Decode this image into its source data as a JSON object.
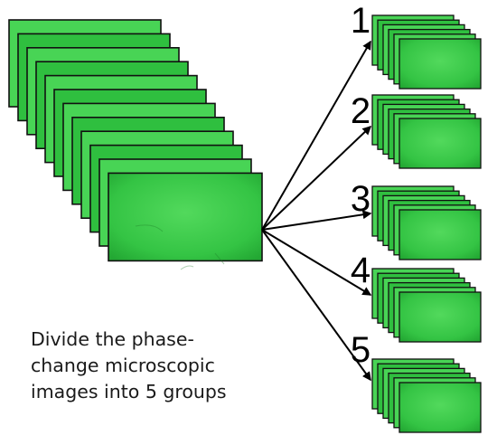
{
  "caption": {
    "lines": [
      "Divide the phase-",
      "change microscopic",
      "images into 5 groups"
    ]
  },
  "groups": [
    {
      "number": "1"
    },
    {
      "number": "2"
    },
    {
      "number": "3"
    },
    {
      "number": "4"
    },
    {
      "number": "5"
    }
  ],
  "colors": {
    "image_green": "#2fbf3f",
    "image_green_light": "#48d455",
    "frame": "#111111",
    "arrow": "#000000"
  }
}
